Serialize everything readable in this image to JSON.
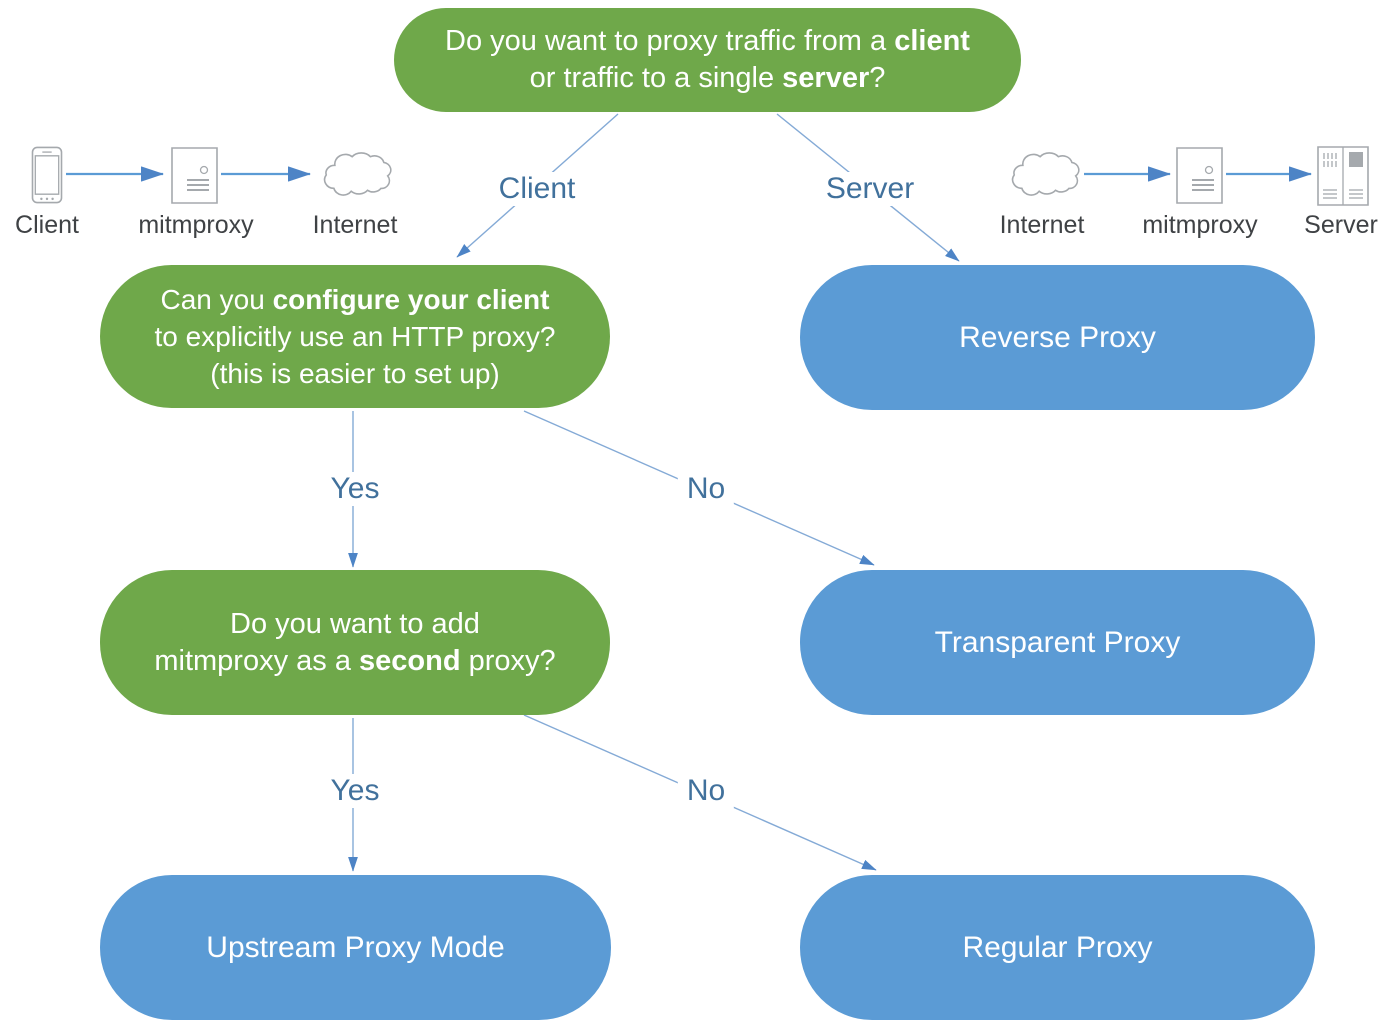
{
  "colors": {
    "green": "#6fa84a",
    "blue": "#5b9bd5",
    "label_blue": "#41719c",
    "line_blue": "#84aad6",
    "arrowhead_blue": "#4d84c6",
    "icon_gray": "#a5a9ad",
    "icon_label_gray": "#3f4245",
    "box_text": "#ffffff"
  },
  "root_question": {
    "line1_text": "Do you want to proxy traffic from a ",
    "line1_bold": "client",
    "line2_text": "or traffic to a single ",
    "line2_bold": "server",
    "line2_suffix": "?"
  },
  "left_flow": {
    "client": "Client",
    "mitmproxy": "mitmproxy",
    "internet": "Internet"
  },
  "right_flow": {
    "internet": "Internet",
    "mitmproxy": "mitmproxy",
    "server": "Server"
  },
  "branches": {
    "client": "Client",
    "server": "Server",
    "yes1": "Yes",
    "no1": "No",
    "yes2": "Yes",
    "no2": "No"
  },
  "client_question": {
    "line1_text": "Can you ",
    "line1_bold": "configure your client",
    "line2_text": "to explicitly use an HTTP proxy?",
    "line3_text": "(this is easier to set up)"
  },
  "second_question": {
    "line1_text": "Do you want to add",
    "line2_text": "mitmproxy as a ",
    "line2_bold": "second",
    "line2_suffix": " proxy?"
  },
  "results": {
    "reverse": "Reverse Proxy",
    "transparent": "Transparent Proxy",
    "upstream": "Upstream Proxy Mode",
    "regular": "Regular Proxy"
  }
}
